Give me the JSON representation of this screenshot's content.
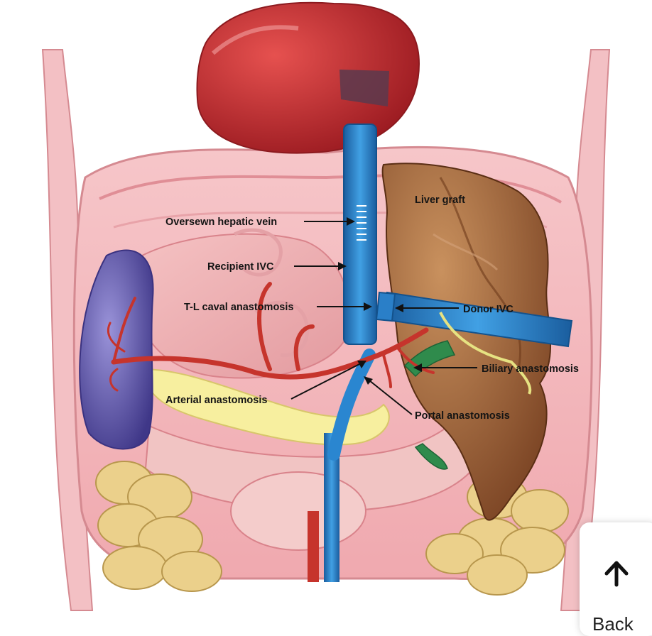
{
  "labels": {
    "oversewn_hepatic_vein": "Oversewn hepatic vein",
    "recipient_ivc": "Recipient IVC",
    "tl_caval_anastomosis": "T-L caval anastomosis",
    "arterial_anastomosis": "Arterial anastomosis",
    "liver_graft": "Liver graft",
    "donor_ivc": "Donor IVC",
    "biliary_anastomosis": "Biliary anastomosis",
    "portal_anastomosis": "Portal anastomosis"
  },
  "back_button": {
    "label": "Back",
    "icon": "up-arrow-icon"
  },
  "colors": {
    "heart": "#b3262a",
    "body_wall": "#f2b8bd",
    "ivc_vessels": "#1f78c4",
    "artery": "#c6342c",
    "liver": "#8a5230",
    "spleen": "#5a4fa3",
    "pancreas": "#f7ef9f",
    "intestine": "#e9cf8c",
    "bile_duct": "#2f8b4c"
  }
}
